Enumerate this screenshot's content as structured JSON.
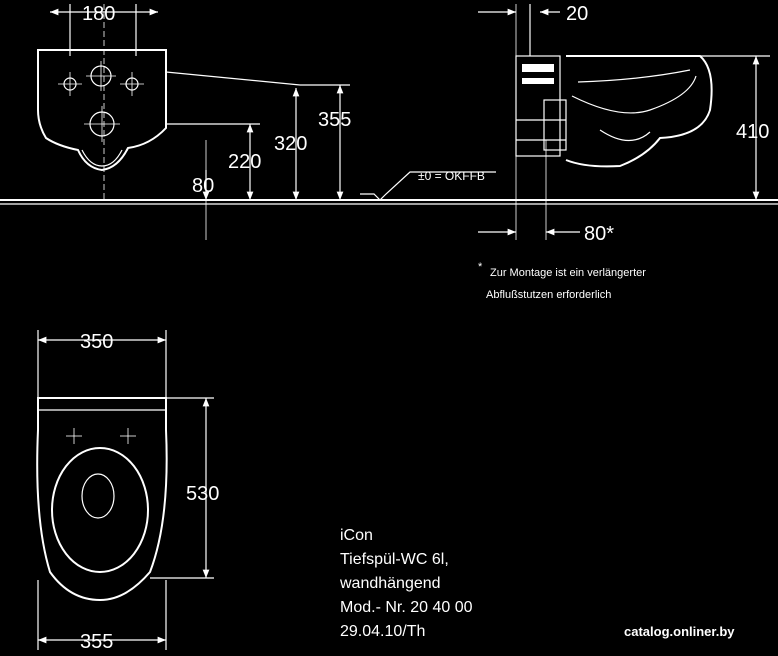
{
  "front_view": {
    "dims": {
      "width": "180",
      "h355": "355",
      "h320": "320",
      "h220": "220",
      "h80": "80"
    },
    "floor_label": "±0 = OKFFB"
  },
  "side_view": {
    "dims": {
      "top": "20",
      "height": "410",
      "bottom": "80*"
    },
    "note": {
      "marker": "*",
      "line1": "Zur Montage ist ein verlängerter",
      "line2": "Abflußstutzen erforderlich"
    }
  },
  "top_view": {
    "dims": {
      "width_top": "350",
      "length": "530",
      "width_bottom": "355"
    }
  },
  "product": {
    "name": "iCon",
    "line2": "Tiefspül-WC 6l,",
    "line3": "wandhängend",
    "line4": "Mod.- Nr. 20 40 00",
    "date": "29.04.10/Th"
  },
  "watermark": "catalog.onliner.by",
  "colors": {
    "background": "#000000",
    "lines": "#ffffff"
  }
}
